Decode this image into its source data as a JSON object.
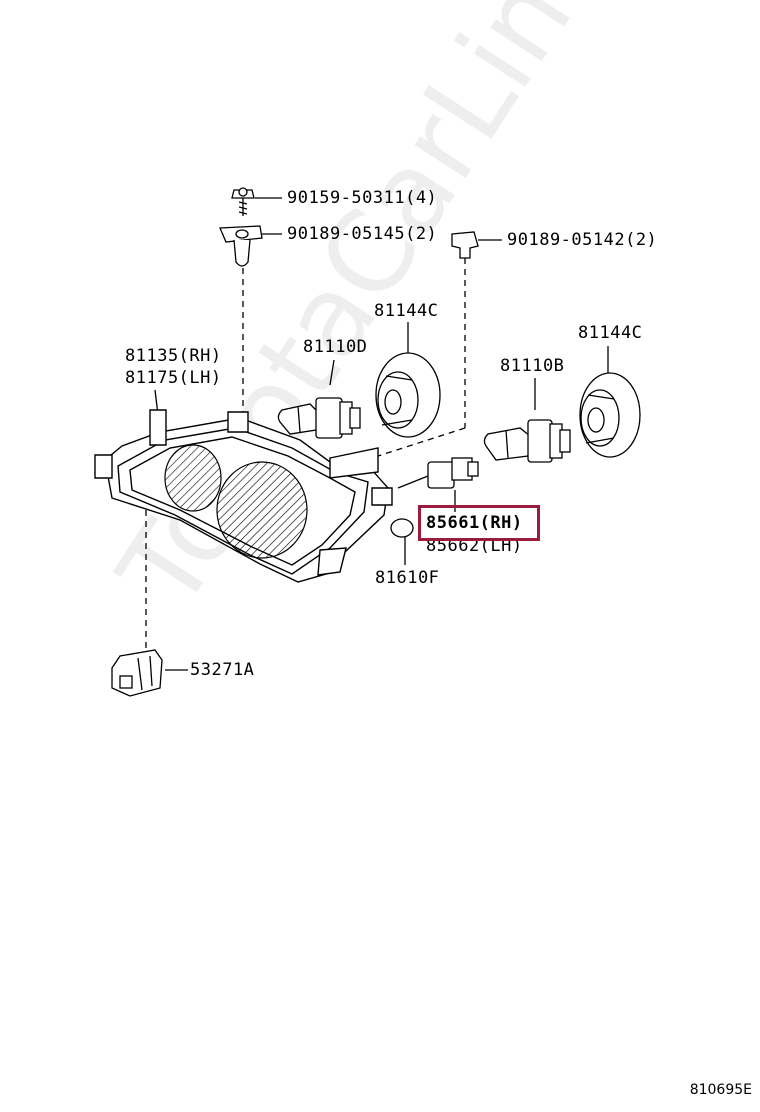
{
  "watermark": "ToyotaCarLine.ru",
  "diagram_code": "810695E",
  "parts": {
    "bolt": "90159-50311(4)",
    "grommet_left": "90189-05145(2)",
    "grommet_right": "90189-05142(2)",
    "headlamp_rh": "81135(RH)",
    "headlamp_lh": "81175(LH)",
    "bulb_d": "81110D",
    "bulb_b": "81110B",
    "cover_left": "81144C",
    "cover_right": "81144C",
    "socket_rh": "85661(RH)",
    "socket_lh": "85662(LH)",
    "small_bulb": "81610F",
    "bracket": "53271A"
  },
  "highlight": {
    "part": "85661(RH)",
    "color": "#9b1b3c"
  }
}
